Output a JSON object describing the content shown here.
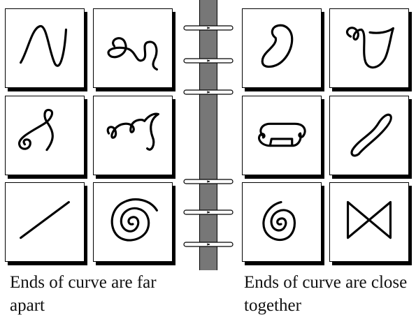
{
  "captions": {
    "left": "Ends of curve are far apart",
    "right": "Ends of curve are close together"
  },
  "groups": {
    "left": {
      "curves": [
        "n-wave",
        "double-loop-curl",
        "spiral-hook",
        "wavy-hook",
        "straight-line",
        "large-spiral"
      ]
    },
    "right": {
      "curves": [
        "kidney-loop",
        "curl-cup",
        "rounded-clamp",
        "figure-leaf",
        "small-spiral",
        "bowtie"
      ]
    }
  },
  "colors": {
    "binder": "#777777",
    "ink": "#000000",
    "background": "#ffffff"
  }
}
